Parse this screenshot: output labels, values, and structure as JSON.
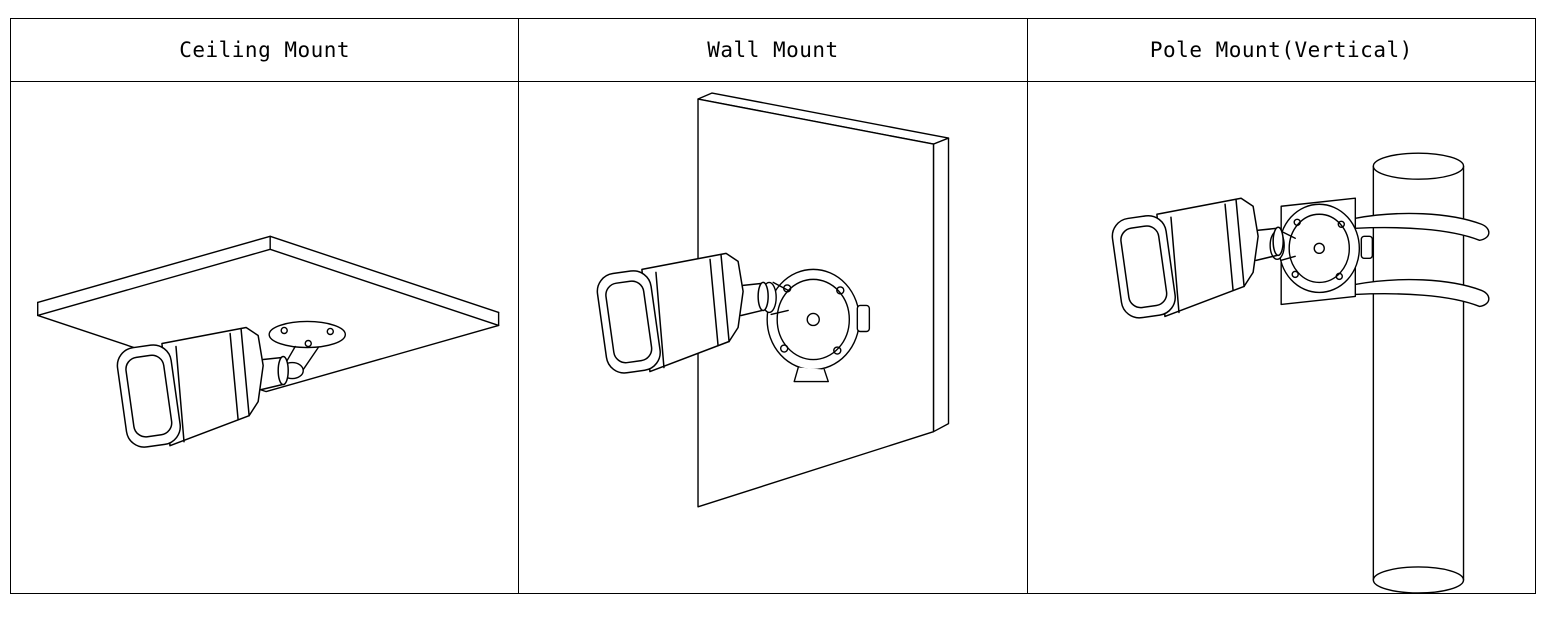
{
  "page": {
    "background_color": "#ffffff",
    "line_color": "#000000"
  },
  "table": {
    "columns": [
      {
        "id": "ceiling",
        "label": "Ceiling Mount"
      },
      {
        "id": "wall",
        "label": "Wall Mount"
      },
      {
        "id": "pole",
        "label": "Pole Mount(Vertical)"
      }
    ]
  },
  "illustrations": [
    {
      "name": "ceiling-mount-illustration",
      "depicts": "bullet camera hanging from round mount plate under ceiling board"
    },
    {
      "name": "wall-mount-illustration",
      "depicts": "bullet camera on round junction box fixed to wall panel"
    },
    {
      "name": "pole-mount-illustration",
      "depicts": "bullet camera on junction box strapped to vertical pole"
    }
  ]
}
